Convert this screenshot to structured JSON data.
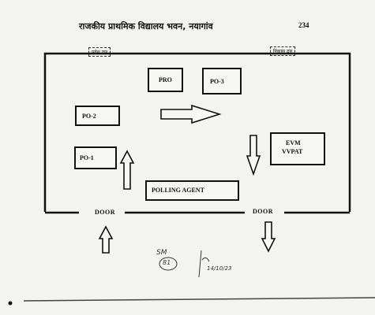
{
  "header": {
    "title": "राजकीय प्राथमिक विद्यालय भवन, नयागांव",
    "page_number": "234"
  },
  "stamps": {
    "left": "प्रवेश द्वार",
    "right": "निकास द्वार"
  },
  "boxes": {
    "pro": "PRO",
    "po3": "PO-3",
    "po2": "PO-2",
    "po1": "PO-1",
    "evm_line1": "EVM",
    "evm_line2": "VVPAT",
    "polling_agent": "POLLING AGENT"
  },
  "doors": {
    "entry": "DOOR",
    "exit": "DOOR"
  },
  "handwriting": {
    "note1": "SM",
    "note2": "81",
    "signature": "14/10/23"
  }
}
